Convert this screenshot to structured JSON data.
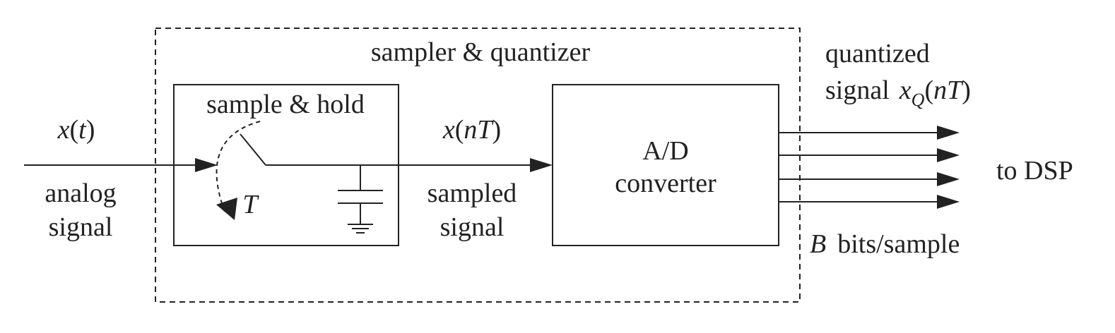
{
  "outer_block": {
    "label": "sampler & quantizer"
  },
  "sample_hold": {
    "label": "sample & hold",
    "period_symbol": "T"
  },
  "converter": {
    "line1": "A/D",
    "line2": "converter"
  },
  "input": {
    "symbol": "x",
    "arg": "(",
    "var": "t",
    "close": ")",
    "line1": "analog",
    "line2": "signal"
  },
  "sampled": {
    "symbol": "x",
    "open": "(",
    "var": "nT",
    "close": ")",
    "line1": "sampled",
    "line2": "signal"
  },
  "output": {
    "line1": "quantized",
    "line2_word": "signal",
    "symbol": "x",
    "subscript": "Q",
    "open": "(",
    "var": "nT",
    "close": ")",
    "destination": "to DSP",
    "bits_symbol": "B",
    "bits_text": "bits/sample",
    "line_count": 4
  },
  "colors": {
    "stroke": "#222222",
    "background": "#ffffff"
  }
}
